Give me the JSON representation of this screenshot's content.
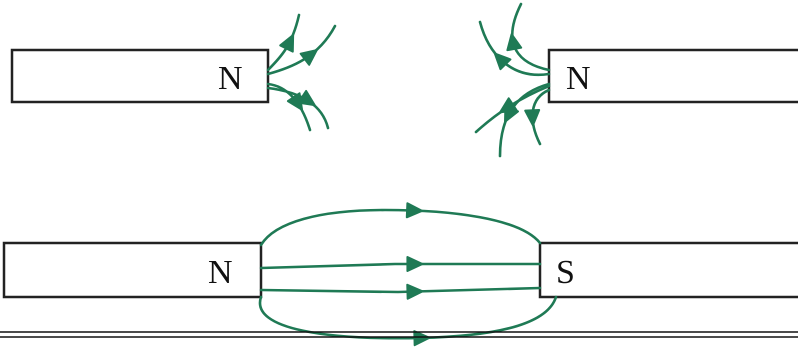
{
  "colors": {
    "field_line": "#1f7a55",
    "outline": "#222222",
    "text": "#111111"
  },
  "top_pair": {
    "left_magnet": {
      "pole_label": "N"
    },
    "right_magnet": {
      "pole_label": "N"
    },
    "interaction": "repulsion"
  },
  "bottom_pair": {
    "left_magnet": {
      "pole_label": "N"
    },
    "right_magnet": {
      "pole_label": "S"
    },
    "interaction": "attraction"
  }
}
